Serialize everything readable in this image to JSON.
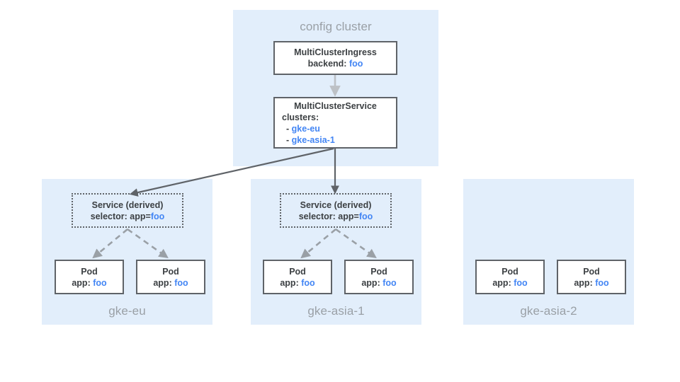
{
  "diagram": {
    "title_semantic": "multi-cluster-ingress-architecture",
    "colors": {
      "panel_background": "#e2eefb",
      "box_border": "#5f6368",
      "box_text": "#3c4043",
      "accent_blue": "#4285f4",
      "muted_gray": "#9aa0a6",
      "arrow_solid": "#5f6368",
      "arrow_dashed": "#9aa0a6",
      "canvas_background": "#ffffff"
    }
  },
  "config_cluster": {
    "label": "config cluster",
    "ingress": {
      "kind": "MultiClusterIngress",
      "field_label": "backend:",
      "field_value": "foo"
    },
    "service": {
      "kind": "MultiClusterService",
      "field_label": "clusters:",
      "cluster_items": [
        {
          "bullet": "-",
          "value": "gke-eu"
        },
        {
          "bullet": "-",
          "value": "gke-asia-1"
        }
      ]
    }
  },
  "member_clusters": [
    {
      "label": "gke-eu",
      "has_derived_service": true,
      "derived_service": {
        "kind": "Service (derived)",
        "selector_label": "selector: app=",
        "selector_value": "foo"
      },
      "pods": [
        {
          "kind": "Pod",
          "field_label": "app:",
          "field_value": "foo"
        },
        {
          "kind": "Pod",
          "field_label": "app:",
          "field_value": "foo"
        }
      ]
    },
    {
      "label": "gke-asia-1",
      "has_derived_service": true,
      "derived_service": {
        "kind": "Service (derived)",
        "selector_label": "selector: app=",
        "selector_value": "foo"
      },
      "pods": [
        {
          "kind": "Pod",
          "field_label": "app:",
          "field_value": "foo"
        },
        {
          "kind": "Pod",
          "field_label": "app:",
          "field_value": "foo"
        }
      ]
    },
    {
      "label": "gke-asia-2",
      "has_derived_service": false,
      "pods": [
        {
          "kind": "Pod",
          "field_label": "app:",
          "field_value": "foo"
        },
        {
          "kind": "Pod",
          "field_label": "app:",
          "field_value": "foo"
        }
      ]
    }
  ]
}
